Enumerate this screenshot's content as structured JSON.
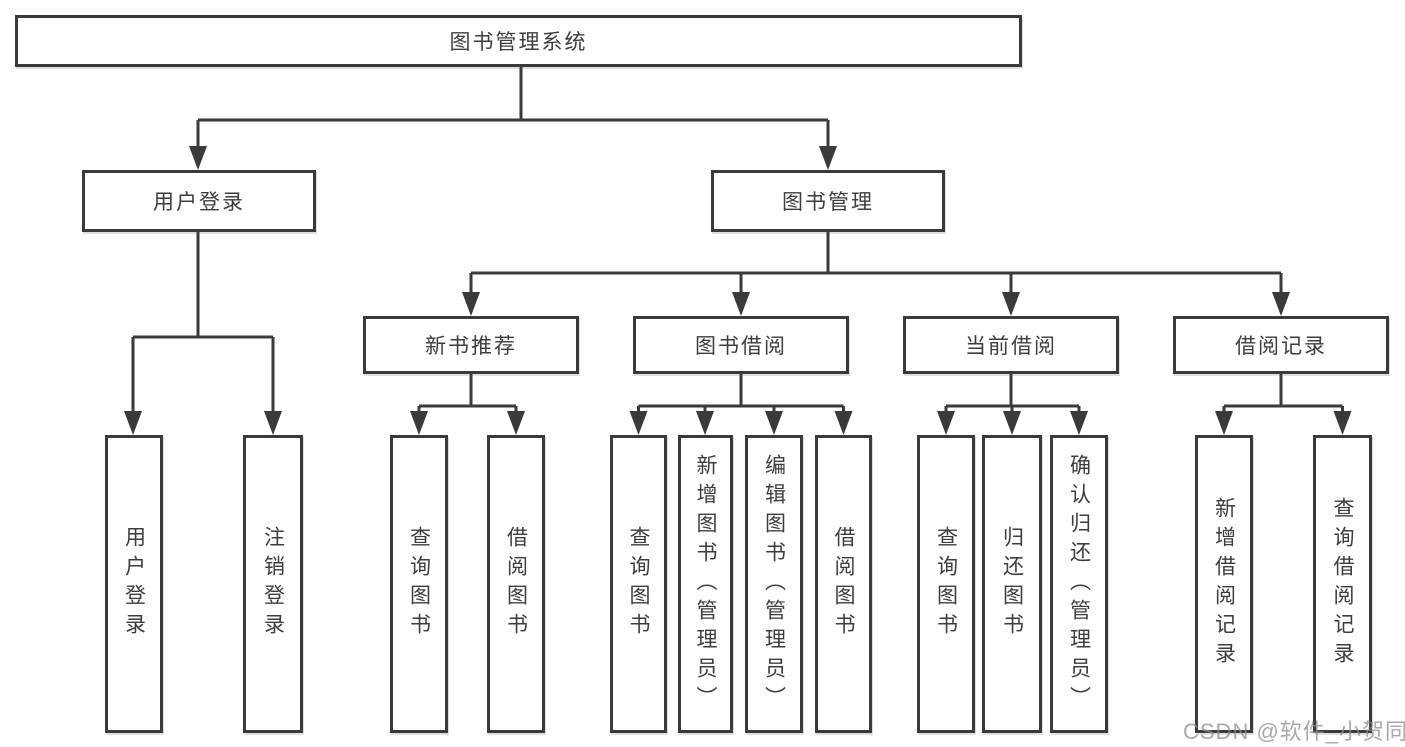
{
  "diagram": {
    "root": {
      "label": "图书管理系统"
    },
    "level2": [
      {
        "id": "user-login",
        "label": "用户登录"
      },
      {
        "id": "book-management",
        "label": "图书管理"
      }
    ],
    "level3": [
      {
        "id": "new-book-recommend",
        "label": "新书推荐"
      },
      {
        "id": "book-borrow",
        "label": "图书借阅"
      },
      {
        "id": "current-borrow",
        "label": "当前借阅"
      },
      {
        "id": "borrow-records",
        "label": "借阅记录"
      }
    ],
    "leaves": [
      {
        "parent": "user-login",
        "label": "用户登录"
      },
      {
        "parent": "user-login",
        "label": "注销登录"
      },
      {
        "parent": "new-book-recommend",
        "label": "查询图书"
      },
      {
        "parent": "new-book-recommend",
        "label": "借阅图书"
      },
      {
        "parent": "book-borrow",
        "label": "查询图书"
      },
      {
        "parent": "book-borrow",
        "label": "新增图书（管理员）"
      },
      {
        "parent": "book-borrow",
        "label": "编辑图书（管理员）"
      },
      {
        "parent": "book-borrow",
        "label": "借阅图书"
      },
      {
        "parent": "current-borrow",
        "label": "查询图书"
      },
      {
        "parent": "current-borrow",
        "label": "归还图书"
      },
      {
        "parent": "current-borrow",
        "label": "确认归还（管理员）"
      },
      {
        "parent": "borrow-records",
        "label": "新增借阅记录"
      },
      {
        "parent": "borrow-records",
        "label": "查询借阅记录"
      }
    ]
  },
  "watermark": {
    "text": "CSDN @软件_小贺同学"
  },
  "colors": {
    "line": "#3a3a3a",
    "text": "#3d3d3d",
    "box_background": "#ffffff",
    "watermark": "#8c8c8c"
  }
}
